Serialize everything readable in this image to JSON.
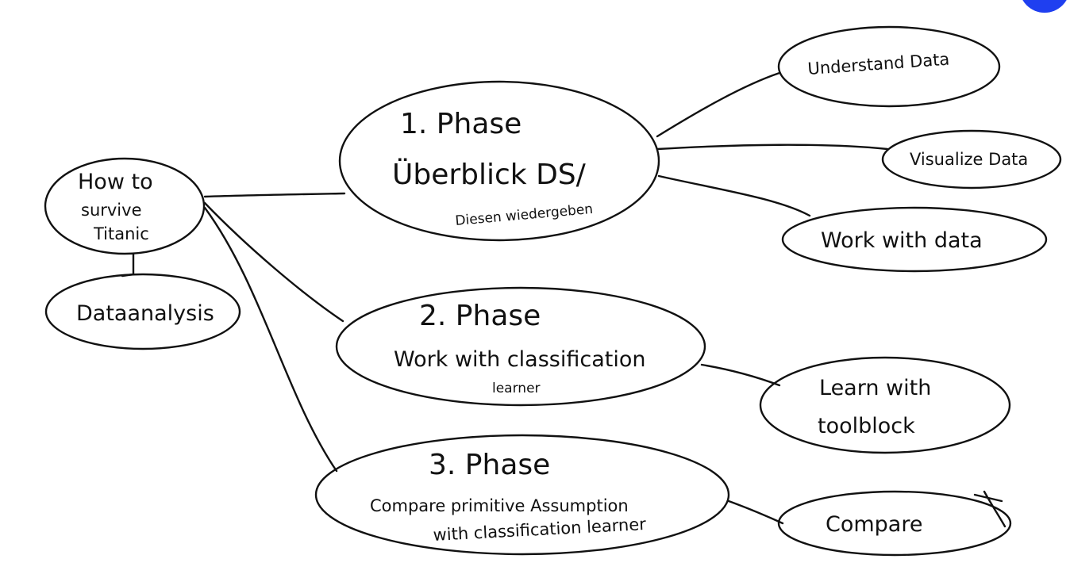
{
  "diagram": {
    "root": {
      "lines": [
        "How to",
        "survive",
        "Titanic"
      ]
    },
    "datanalysis": {
      "label": "Dataanalysis"
    },
    "phase1": {
      "lines": [
        "1. Phase",
        "Überblick DS/",
        "Diesen wiedergeben"
      ]
    },
    "phase2": {
      "lines": [
        "2. Phase",
        "Work with classification",
        "learner"
      ]
    },
    "phase3": {
      "lines": [
        "3. Phase",
        "Compare primitive Assumption",
        "with classification learner"
      ]
    },
    "understand": {
      "label": "Understand Data"
    },
    "visualize": {
      "label": "Visualize Data"
    },
    "work_with_data": {
      "label": "Work with data"
    },
    "learn": {
      "lines": [
        "Learn with",
        "toolblock"
      ]
    },
    "compare": {
      "label": "Compare"
    }
  },
  "colors": {
    "ink": "#111111",
    "background": "#ffffff",
    "accent_button": "#1f3ff0"
  }
}
